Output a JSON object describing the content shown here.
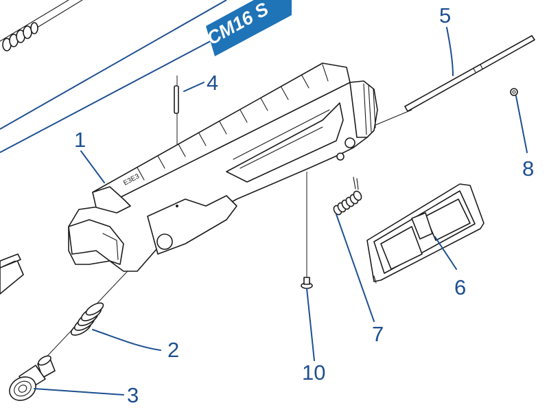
{
  "banner": {
    "text": "CM16 S",
    "color": "#1f73b7"
  },
  "callout_color": "#1d4f91",
  "callouts": [
    {
      "id": "1",
      "label": "1"
    },
    {
      "id": "2",
      "label": "2"
    },
    {
      "id": "3",
      "label": "3"
    },
    {
      "id": "4",
      "label": "4"
    },
    {
      "id": "5",
      "label": "5"
    },
    {
      "id": "6",
      "label": "6"
    },
    {
      "id": "7",
      "label": "7"
    },
    {
      "id": "8",
      "label": "8"
    },
    {
      "id": "10",
      "label": "10"
    }
  ],
  "receiver_marking": "E3E3"
}
